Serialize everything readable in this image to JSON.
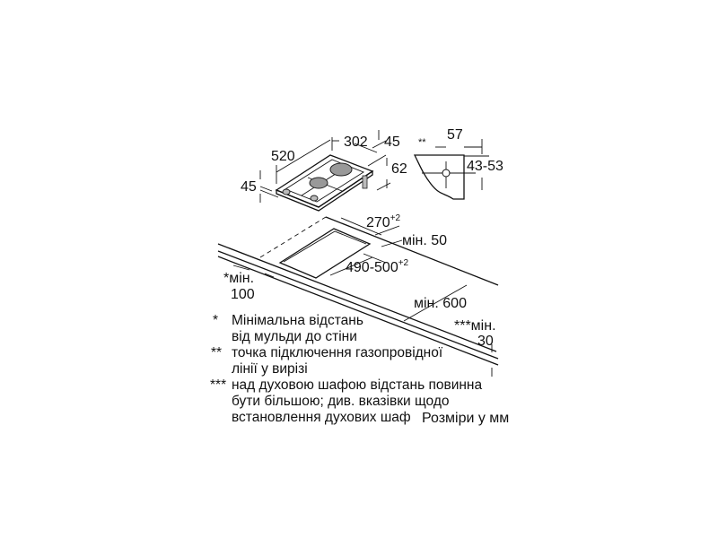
{
  "dimensions": {
    "hob_depth": "520",
    "hob_width": "302",
    "hob_top_height": "45",
    "hob_height_62": "62",
    "hob_left_height": "45",
    "profile_width": "57",
    "profile_marker": "**",
    "profile_height": "43-53",
    "cutout_width": "270",
    "cutout_width_tol": "+2",
    "min_back": "мін. 50",
    "cutout_depth": "490-500",
    "cutout_depth_tol": "+2",
    "min_wall_label": "*мін.",
    "min_wall_value": "100",
    "min_front": "мін. 600",
    "min_bottom_label": "***мін.",
    "min_bottom_value": "30"
  },
  "notes": [
    {
      "marker": "*",
      "lines": [
        "Мінімальна відстань",
        "від мульди до стіни"
      ]
    },
    {
      "marker": "**",
      "lines": [
        "точка підключення газопровідної",
        "лінії у вирізі"
      ]
    },
    {
      "marker": "***",
      "lines": [
        "над духовою шафою відстань повинна",
        "бути більшою; див. вказівки щодо",
        "встановлення духових шаф"
      ]
    }
  ],
  "units_note": "Розміри у мм"
}
